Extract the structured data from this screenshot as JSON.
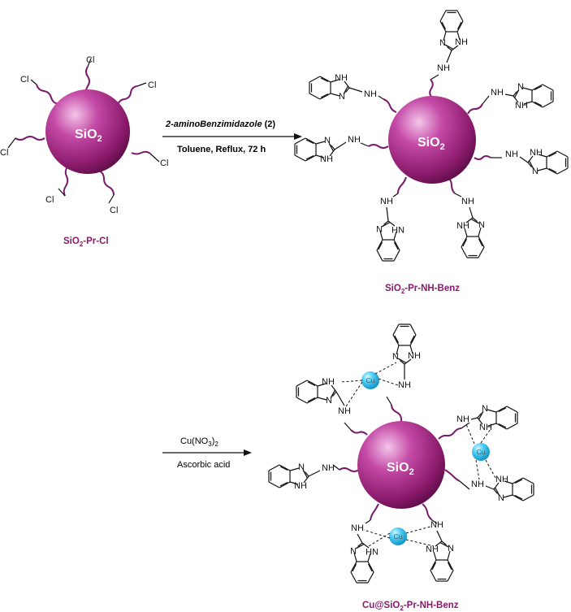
{
  "scheme": {
    "sphere_main_text": "SiO",
    "sphere_sub_text": "2",
    "step1": {
      "reagent": "2-aminoBenzimidazole",
      "reagent_num": " (2)",
      "conditions": "Toluene, Reflux, 72 h"
    },
    "step2": {
      "reagent_a": "Cu(NO",
      "reagent_a_sub": "3",
      "reagent_a_close": ")",
      "reagent_a_sub2": "2",
      "reagent_b": "Ascorbic acid"
    },
    "labels": {
      "start_pre": "SiO",
      "start_sub": "2",
      "start_post": "-Pr-Cl",
      "mid_pre": "SiO",
      "mid_sub": "2",
      "mid_post": "-Pr-NH-Benz",
      "final_pre": "Cu@SiO",
      "final_sub": "2",
      "final_post": "-Pr-NH-Benz"
    },
    "atoms": {
      "chlorine": "Cl",
      "amine": "NH",
      "ring_n": "N",
      "ring_nh": "NH",
      "ring_h": "H",
      "copper": "Cu"
    },
    "colors": {
      "sphere": "#8a1a6b",
      "sphere_highlight": "#e9a6d8",
      "copper": "#23b8e6",
      "label": "#8a1a6b"
    }
  }
}
